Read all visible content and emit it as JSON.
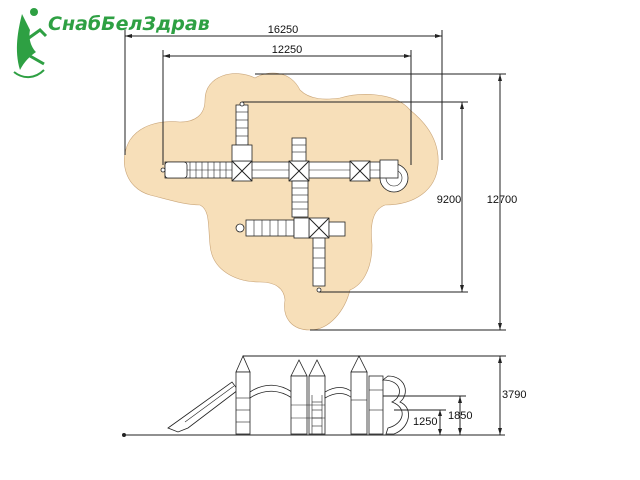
{
  "brand": {
    "name": "СнабБелЗдрав",
    "logo_icon": "running-figure-logo-icon",
    "color": "#2ea043"
  },
  "plan": {
    "area_color": "#f7dfb9"
  },
  "dimensions": {
    "plan_total_width": "16250",
    "plan_inner_width": "12250",
    "plan_depth_inner": "9200",
    "plan_depth_total": "12700",
    "elevation_total_height": "3790",
    "elevation_platform_high": "1850",
    "elevation_platform_low": "1250"
  }
}
